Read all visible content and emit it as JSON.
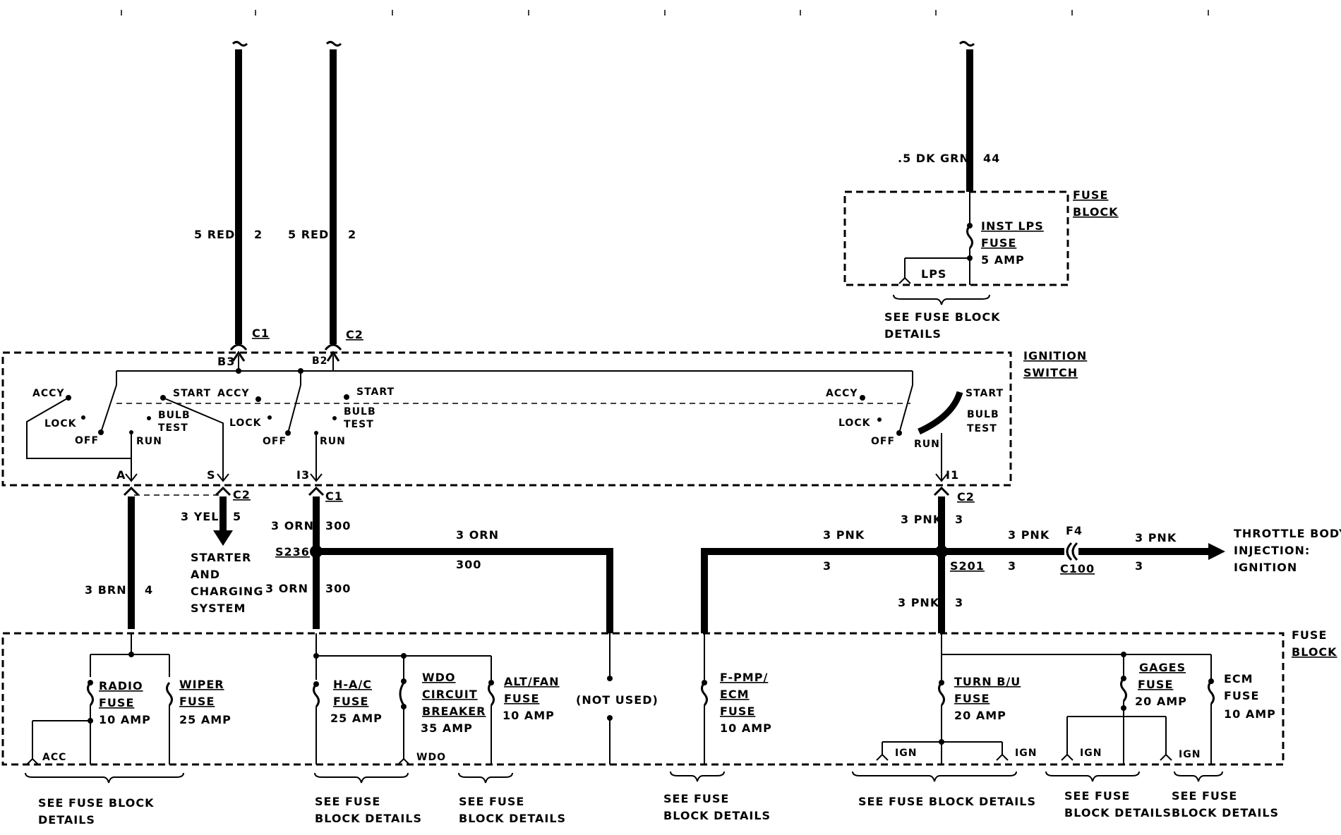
{
  "title": "",
  "wires": {
    "c1_top_label": "5 RED",
    "c1_top_circuit": "2",
    "c2_top_label": "5 RED",
    "c2_top_circuit": "2",
    "inst_wire_label": ".5 DK GRN",
    "inst_wire_circuit": "44",
    "brn_label": "3 BRN",
    "brn_circuit": "4",
    "yel_label": "3 YEL",
    "yel_circuit": "5",
    "orn1_label": "3 ORN",
    "orn1_circuit": "300",
    "orn_h_label": "3 ORN",
    "orn_h_circuit": "300",
    "orn2_label": "3 ORN",
    "orn2_circuit": "300",
    "pnk_top_label": "3 PNK",
    "pnk_top_circuit": "3",
    "pnk_left_label": "3 PNK",
    "pnk_left_circuit": "3",
    "pnk_right_label": "3 PNK",
    "pnk_right_circuit": "3",
    "pnk_far_label": "3 PNK",
    "pnk_far_circuit": "3",
    "pnk_down_label": "3 PNK",
    "pnk_down_circuit": "3"
  },
  "connectors": {
    "c1_top": "C1",
    "c2_top": "C2",
    "b3": "B3",
    "b2": "B2",
    "a": "A",
    "s": "S",
    "b1_pin": "I3",
    "i1_pin": "I1",
    "c2_a": "C2",
    "c1_b": "C1",
    "c2_c": "C2",
    "f4": "F4",
    "c100": "C100",
    "s236": "S236",
    "s201": "S201"
  },
  "switch": {
    "title_line1": "IGNITION",
    "title_line2": "SWITCH",
    "accy": "ACCY",
    "lock": "LOCK",
    "off": "OFF",
    "start": "START",
    "bulb": "BULB",
    "test": "TEST",
    "run": "RUN"
  },
  "fuse_block_top": {
    "title_line1": "FUSE",
    "title_line2": "BLOCK",
    "fuse_name_1": "INST LPS",
    "fuse_name_2": "FUSE",
    "fuse_amp": "5 AMP",
    "lps": "LPS",
    "details_1": "SEE FUSE BLOCK",
    "details_2": "DETAILS"
  },
  "destinations": {
    "starter_1": "STARTER",
    "starter_2": "AND",
    "starter_3": "CHARGING",
    "starter_4": "SYSTEM",
    "tbi_1": "THROTTLE BODY",
    "tbi_2": "INJECTION:",
    "tbi_3": "IGNITION"
  },
  "fuse_block_bottom": {
    "title_line1": "FUSE",
    "title_line2": "BLOCK",
    "radio_1": "RADIO",
    "radio_2": "FUSE",
    "radio_amp": "10 AMP",
    "wiper_1": "WIPER",
    "wiper_2": "FUSE",
    "wiper_amp": "25 AMP",
    "acc": "ACC",
    "hac_1": "H-A/C",
    "hac_2": "FUSE",
    "hac_amp": "25 AMP",
    "wdo_1": "WDO",
    "wdo_2": "CIRCUIT",
    "wdo_3": "BREAKER",
    "wdo_amp": "35 AMP",
    "wdo_term": "WDO",
    "altfan_1": "ALT/FAN",
    "altfan_2": "FUSE",
    "altfan_amp": "10 AMP",
    "not_used": "(NOT USED)",
    "fpmp_1": "F-PMP/",
    "fpmp_2": "ECM",
    "fpmp_3": "FUSE",
    "fpmp_amp": "10 AMP",
    "turn_1": "TURN B/U",
    "turn_2": "FUSE",
    "turn_amp": "20 AMP",
    "ign_1": "IGN",
    "ign_2": "IGN",
    "gages_1": "GAGES",
    "gages_2": "FUSE",
    "gages_amp": "20 AMP",
    "ign_3": "IGN",
    "ign_4": "IGN",
    "ecm_1": "ECM",
    "ecm_2": "FUSE",
    "ecm_amp": "10 AMP"
  },
  "details": {
    "d1_1": "SEE FUSE BLOCK",
    "d1_2": "DETAILS",
    "d2_1": "SEE FUSE",
    "d2_2": "BLOCK DETAILS",
    "d3_1": "SEE FUSE",
    "d3_2": "BLOCK DETAILS",
    "d4_1": "SEE FUSE",
    "d4_2": "BLOCK DETAILS",
    "d5_1": "SEE FUSE BLOCK DETAILS",
    "d6_1": "SEE FUSE",
    "d6_2": "BLOCK DETAILS",
    "d7_1": "SEE FUSE",
    "d7_2": "BLOCK DETAILS"
  }
}
